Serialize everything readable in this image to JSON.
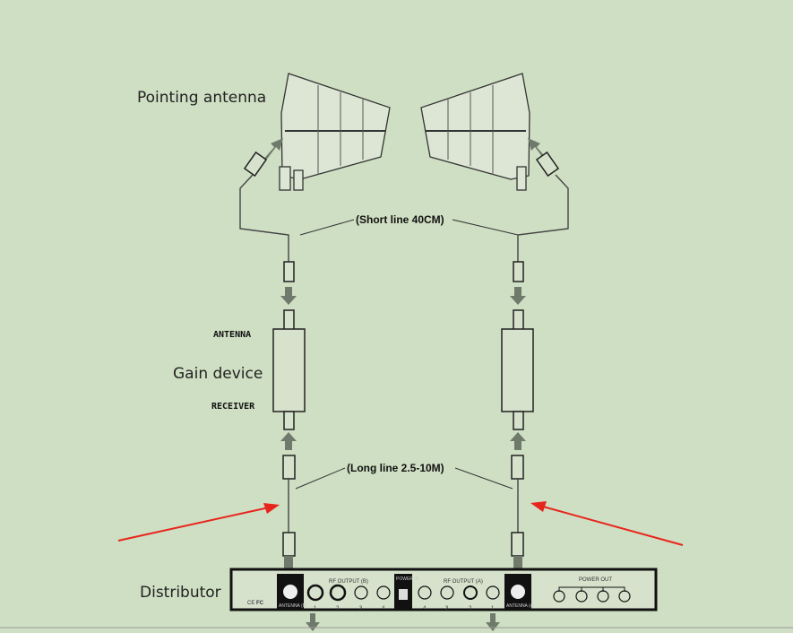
{
  "labels": {
    "pointing_antenna": "Pointing antenna",
    "short_line": "(Short line 40CM)",
    "antenna": "ANTENNA",
    "gain_device": "Gain device",
    "receiver": "RECEIVER",
    "long_line": "(Long line 2.5-10M)",
    "distributor": "Distributor"
  },
  "distributor": {
    "antenna_b": "ANTENNA (B)",
    "antenna_a": "ANTENNA (A)",
    "rf_output_b": "RF OUTPUT (B)",
    "rf_output_a": "RF OUTPUT (A)",
    "power_in": "POWER IN",
    "power_out": "POWER OUT",
    "ports_b": [
      "1",
      "2",
      "3",
      "4"
    ],
    "ports_a": [
      "4",
      "3",
      "2",
      "1"
    ],
    "ce": "CE",
    "fc": "FC"
  },
  "colors": {
    "background": "#cfdfc3",
    "highlight_arrow": "#e8251c",
    "flow_arrow": "#707a6c"
  }
}
